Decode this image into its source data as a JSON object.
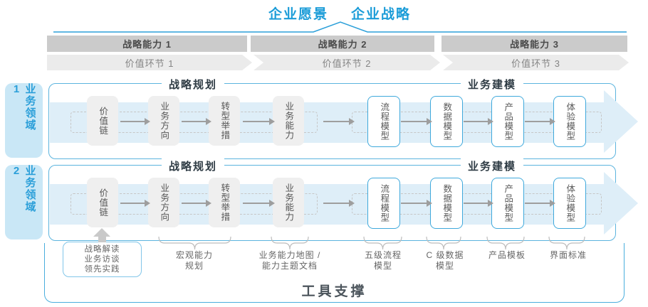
{
  "header": {
    "vision": "企业愿景",
    "strategy": "企业战略"
  },
  "capability_bands": [
    {
      "label": "战略能力 1"
    },
    {
      "label": "战略能力 2"
    },
    {
      "label": "战略能力 3"
    }
  ],
  "value_bands": [
    {
      "label": "价值环节 1"
    },
    {
      "label": "价值环节 2"
    },
    {
      "label": "价值环节 3"
    }
  ],
  "domains": [
    {
      "label": "业务领域 1"
    },
    {
      "label": "业务领域 2"
    }
  ],
  "section_titles": {
    "planning": "战略规划",
    "modeling": "业务建模"
  },
  "flow_boxes": [
    {
      "label": "价值链",
      "variant": "gray"
    },
    {
      "label": "业务方向",
      "variant": "gray"
    },
    {
      "label": "转型举措",
      "variant": "gray"
    },
    {
      "label": "业务能力",
      "variant": "gray"
    },
    {
      "label": "流程模型",
      "variant": "blue"
    },
    {
      "label": "数据模型",
      "variant": "blue"
    },
    {
      "label": "产品模型",
      "variant": "blue"
    },
    {
      "label": "体验模型",
      "variant": "blue"
    }
  ],
  "annotations": [
    {
      "lines": [
        "战略解读",
        "业务访谈",
        "领先实践"
      ],
      "style": "boxed"
    },
    {
      "lines": [
        "宏观能力",
        "规划"
      ]
    },
    {
      "lines": [
        "业务能力地图 /",
        "能力主题文档"
      ]
    },
    {
      "lines": [
        "五级流程",
        "模型"
      ]
    },
    {
      "lines": [
        "C 级数据",
        "模型"
      ]
    },
    {
      "lines": [
        "产品模板"
      ]
    },
    {
      "lines": [
        "界面标准"
      ]
    }
  ],
  "footer": {
    "title": "工具支撑"
  },
  "colors": {
    "accent": "#1b9cd8",
    "panel_border": "#5cb4de",
    "flow_band_fill": "#deeef8",
    "domain_label_bg": "#c9e7f6",
    "capability_band_bg": "#cbcbcb",
    "value_band_bg": "#ebebeb",
    "gray_box_bg": "#efefef",
    "blue_box_border": "#3fa9dc",
    "arrow_gray": "#9e9e9e"
  }
}
